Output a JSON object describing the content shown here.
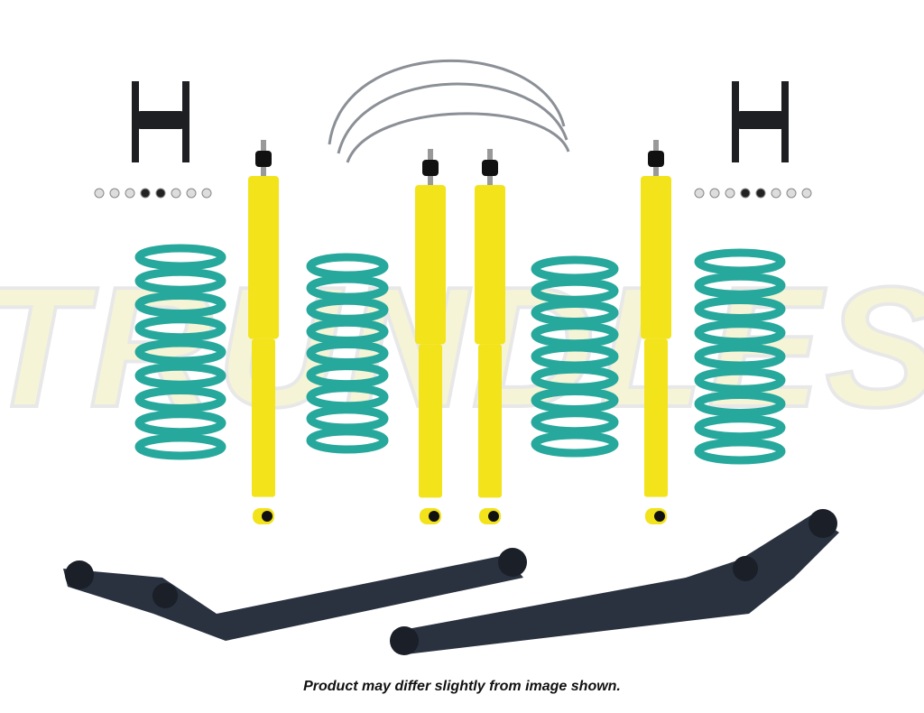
{
  "watermark": {
    "text": "TRUNDLES"
  },
  "caption": "Product may differ slightly from image shown.",
  "colors": {
    "shock": "#f2e31b",
    "spring": "#27a89c",
    "arm": "#2a3240",
    "watermark": "#f5f3d0"
  },
  "products": [
    "shock-absorber",
    "coil-spring",
    "brake-line",
    "spacer-bracket",
    "trailing-arm",
    "hardware-washers"
  ]
}
